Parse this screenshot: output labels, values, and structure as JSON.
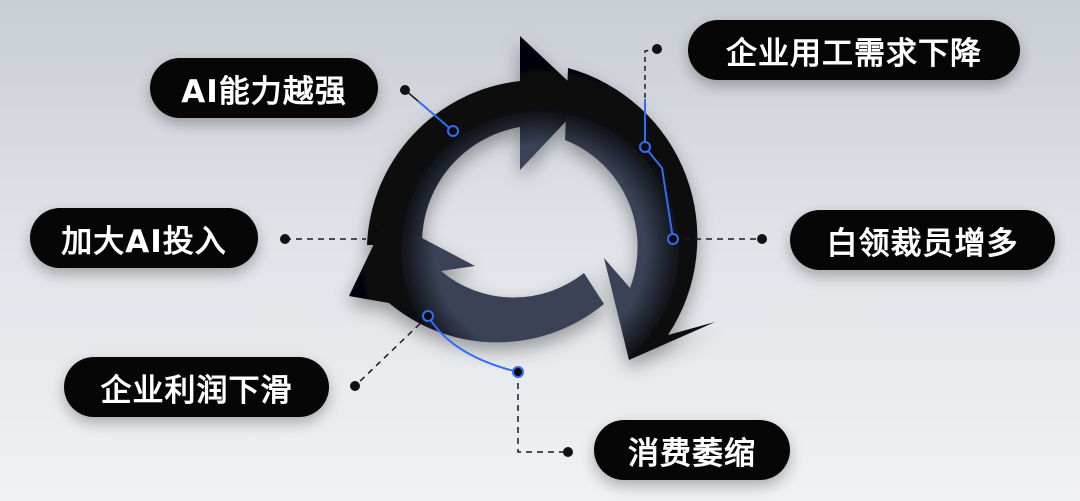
{
  "diagram": {
    "nodes": [
      {
        "id": "ai-stronger",
        "label": "AI能力越强"
      },
      {
        "id": "demand-down",
        "label": "企业用工需求下降"
      },
      {
        "id": "layoffs-up",
        "label": "白领裁员增多"
      },
      {
        "id": "consumption-shrink",
        "label": "消费萎缩"
      },
      {
        "id": "profit-down",
        "label": "企业利润下滑"
      },
      {
        "id": "ai-investment",
        "label": "加大AI投入"
      }
    ],
    "cycle_order": [
      "ai-stronger",
      "demand-down",
      "layoffs-up",
      "consumption-shrink",
      "profit-down",
      "ai-investment"
    ],
    "colors": {
      "pill_background": "#060607",
      "pill_text": "#ffffff",
      "arrow_fill": "#0b0c10",
      "arrow_highlight": "#3a4357",
      "accent_line": "#2f6df6",
      "connector": "#1a1a1a"
    }
  }
}
